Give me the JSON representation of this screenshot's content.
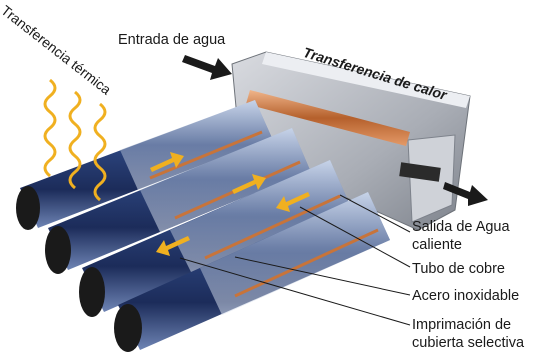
{
  "labels": {
    "heat_transfer_rad": "Transferencia térmica",
    "water_inlet": "Entrada de agua",
    "heat_transfer": "Transferencia de calor",
    "hot_water_outlet_1": "Salida de Agua",
    "hot_water_outlet_2": "caliente",
    "copper_tube": "Tubo de cobre",
    "stainless_steel": "Acero inoxidable",
    "coating_1": "Imprimación de",
    "coating_2": "cubierta selectiva"
  },
  "colors": {
    "tube_blue": "#2a3f7a",
    "copper": "#c8743a",
    "heat_wave": "#f0b020",
    "manifold": "#b9bcc2",
    "arrow": "#1a1a1a"
  }
}
